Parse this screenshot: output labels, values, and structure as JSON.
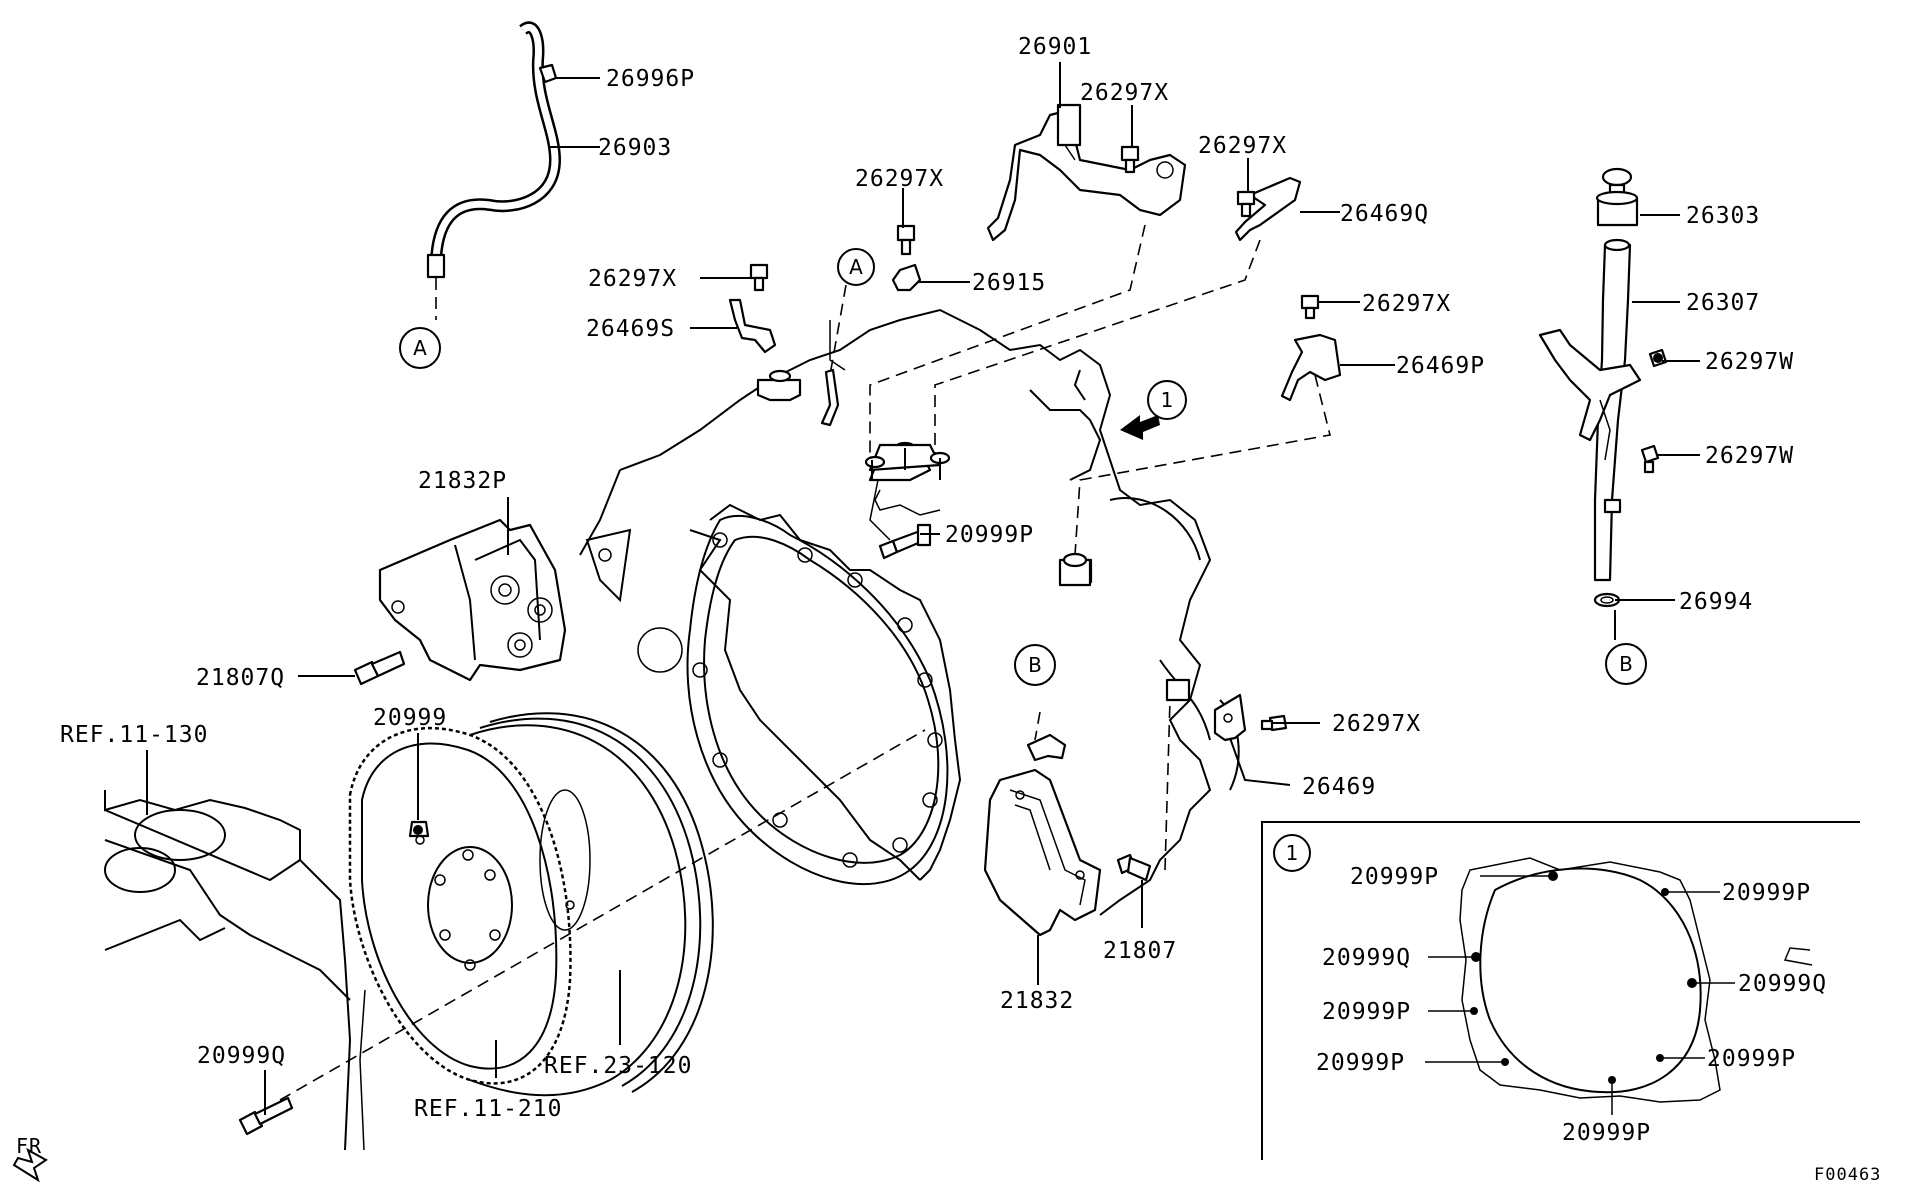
{
  "diagram_id": "F00463",
  "front_indicator": "FR",
  "callouts": {
    "A": "A",
    "B": "B",
    "one": "1"
  },
  "labels": {
    "p26996P": "26996P",
    "p26903": "26903",
    "p26901": "26901",
    "p26297X_a": "26297X",
    "p26297X_b": "26297X",
    "p26297X_c": "26297X",
    "p26297X_d": "26297X",
    "p26297X_e": "26297X",
    "p26297X_f": "26297X",
    "p26915": "26915",
    "p26469S": "26469S",
    "p26469Q": "26469Q",
    "p26469P": "26469P",
    "p26469": "26469",
    "p26303": "26303",
    "p26307": "26307",
    "p26297W_a": "26297W",
    "p26297W_b": "26297W",
    "p26994": "26994",
    "p20999P_main": "20999P",
    "p21832P": "21832P",
    "p21807Q": "21807Q",
    "p20999": "20999",
    "ref_11_130": "REF.11-130",
    "p20999Q_main": "20999Q",
    "ref_11_210": "REF.11-210",
    "ref_23_120": "REF.23-120",
    "p21832": "21832",
    "p21807": "21807"
  },
  "detail_1": {
    "labels": {
      "top_left": "20999P",
      "top_right": "20999P",
      "left_upper_q": "20999Q",
      "right_q": "20999Q",
      "left_mid_p": "20999P",
      "left_low_p": "20999P",
      "right_low_p": "20999P",
      "bottom": "20999P"
    }
  }
}
